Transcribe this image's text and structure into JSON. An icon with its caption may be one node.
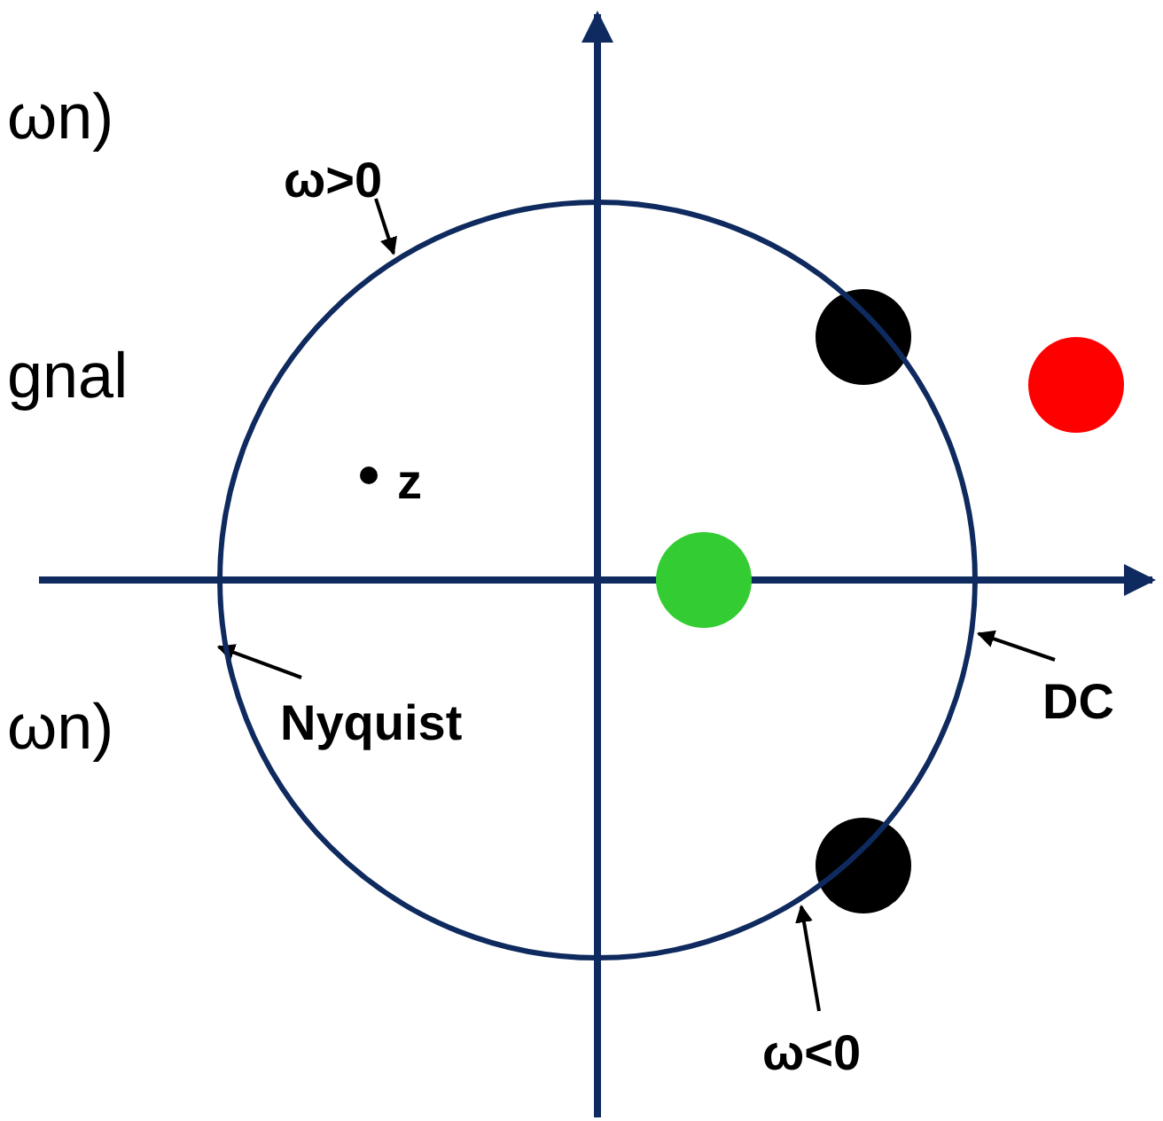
{
  "diagram": {
    "nodes": [
      {
        "text": [],
        "shape": "circle"
      },
      {
        "text": [
          "ω>0"
        ]
      },
      {
        "text": [
          "Nyquist"
        ],
        "in": 0
      },
      {
        "text": [
          "DC"
        ]
      },
      {
        "text": [
          "ω<0"
        ]
      }
    ],
    "edges": [
      {
        "from": 1,
        "to": 0,
        "arrow": "to"
      },
      {
        "from": 2,
        "to": 0,
        "arrow": "to"
      },
      {
        "from": 3,
        "to": 0,
        "arrow": "to"
      },
      {
        "from": 4,
        "to": 0,
        "arrow": "to"
      }
    ],
    "labels": [
      "ωn)",
      "gnal",
      "z",
      "ωn)"
    ]
  }
}
